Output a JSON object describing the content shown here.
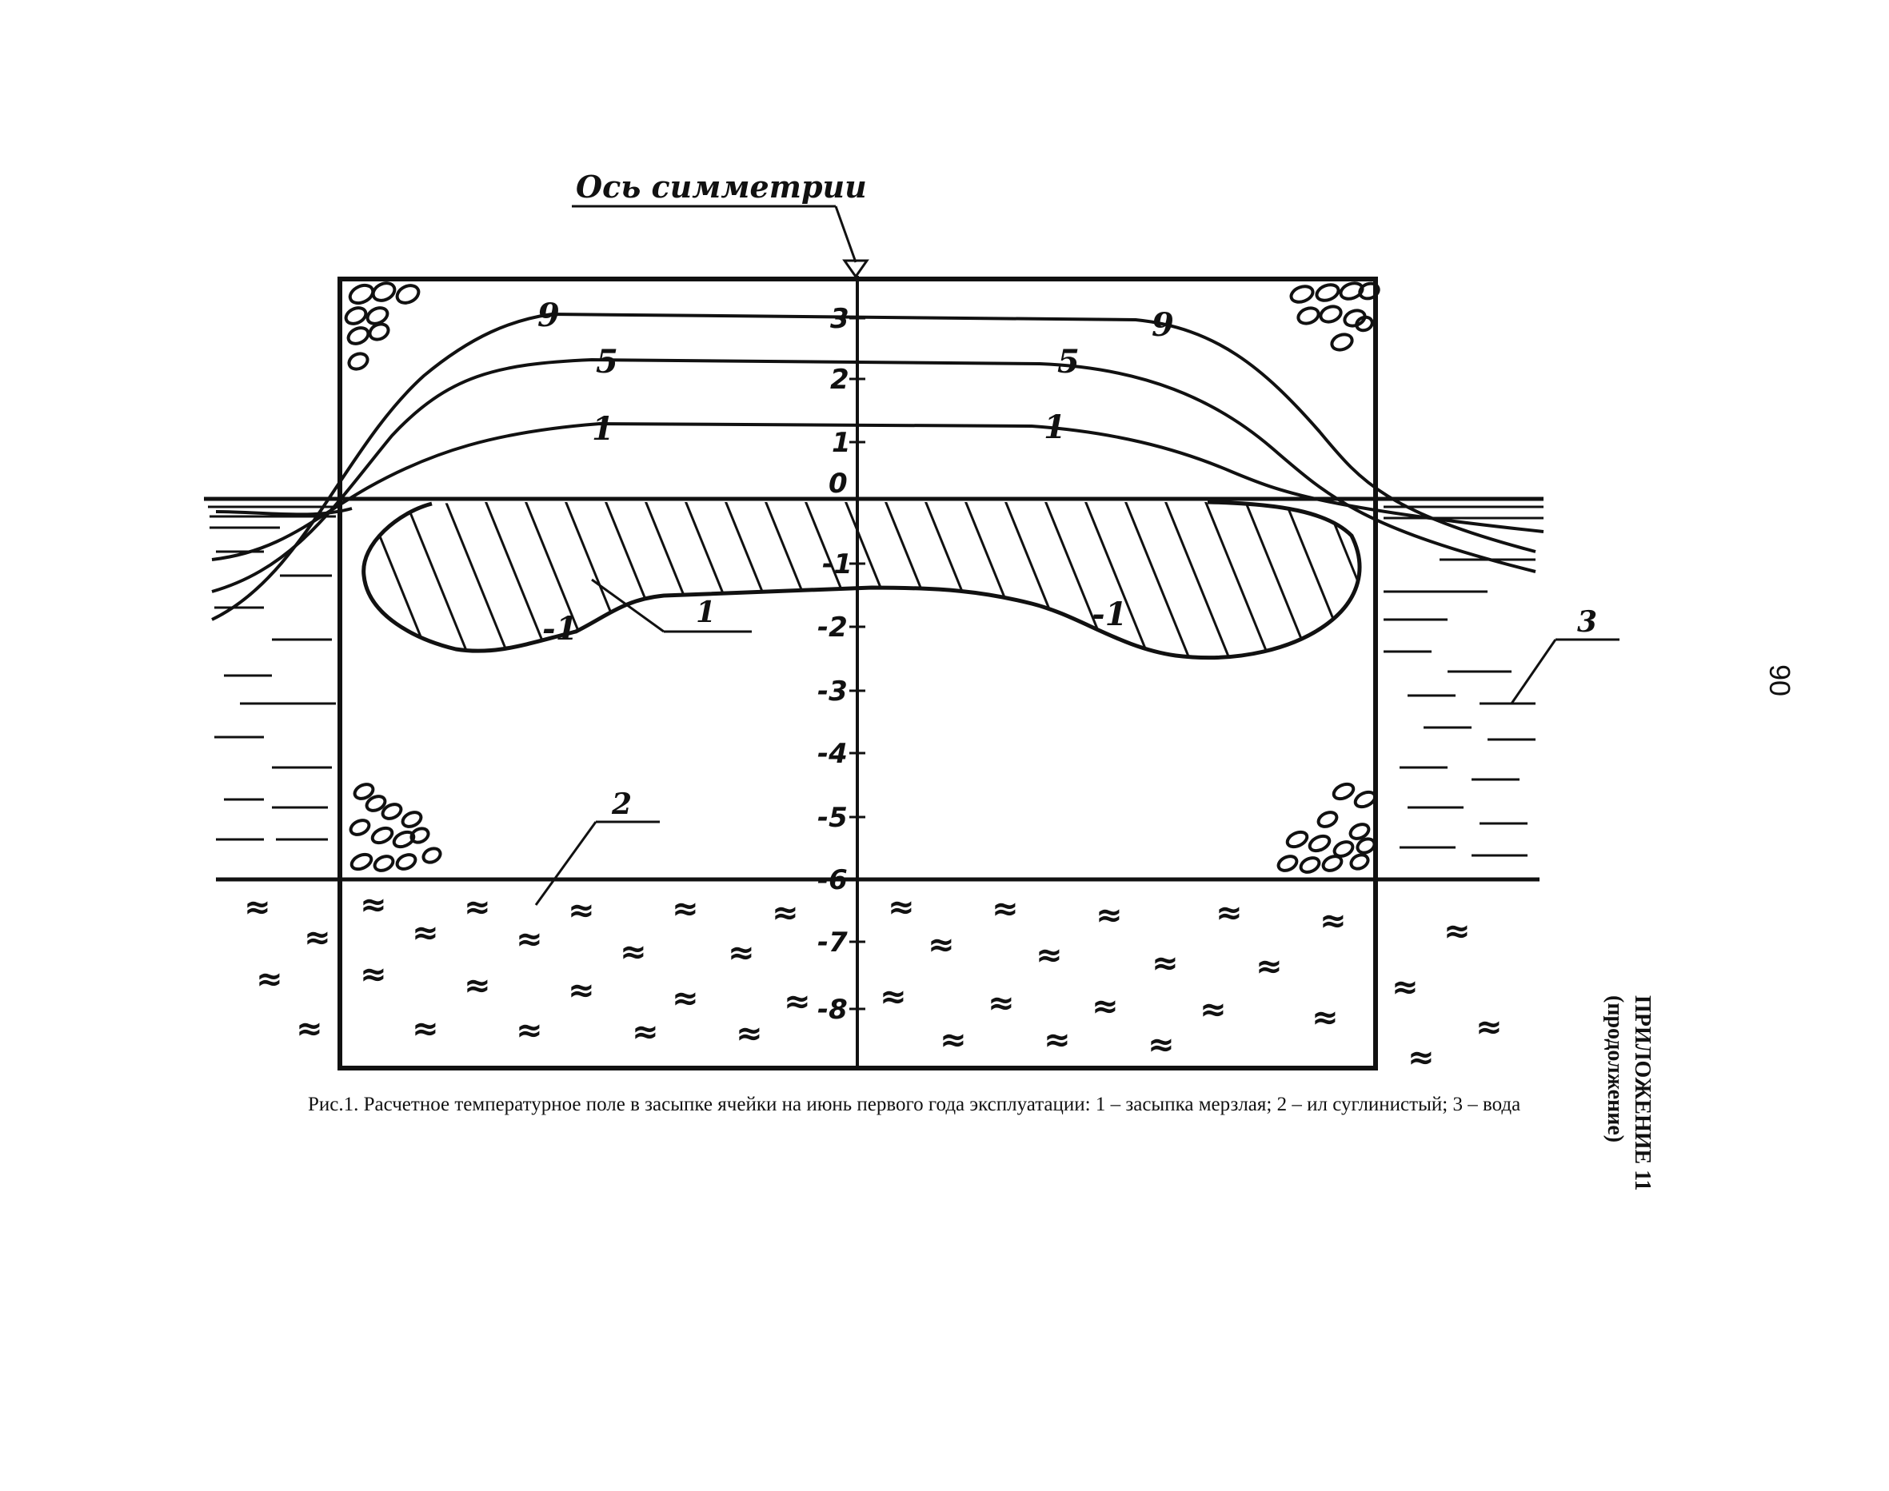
{
  "diagram": {
    "axis_title": "Ось симметрии",
    "axis_ticks": [
      "3",
      "2",
      "1",
      "0",
      "-1",
      "-2",
      "-3",
      "-4",
      "-5",
      "-6",
      "-7",
      "-8"
    ],
    "isotherm_labels": {
      "left": [
        "9",
        "5",
        "1"
      ],
      "right": [
        "9",
        "5",
        "1"
      ],
      "frozen_left": "-1",
      "frozen_right": "-1"
    },
    "callouts": {
      "frozen_fill": "1",
      "clay": "2",
      "water": "3"
    },
    "clay_symbol": "≈",
    "colors": {
      "ink": "#111111",
      "background": "#ffffff"
    }
  },
  "caption": "Рис.1. Расчетное температурное поле в засыпке ячейки на июнь первого года эксплуатации: 1 – засыпка мерзлая; 2 – ил суглинистый; 3 – вода",
  "side_title": {
    "line1": "ПРИЛОЖЕНИЕ 11",
    "line2": "(продолжение)"
  },
  "page_number": "90"
}
